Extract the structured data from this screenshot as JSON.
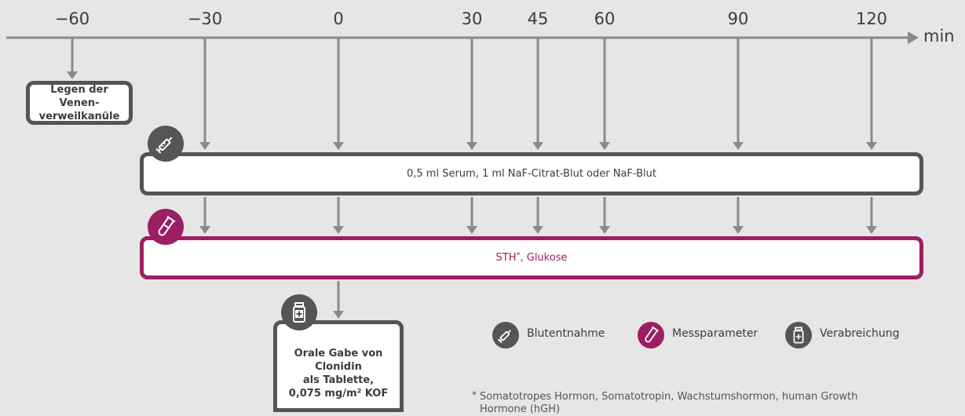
{
  "timeline": {
    "ticks": [
      "−60",
      "−30",
      "0",
      "30",
      "45",
      "60",
      "90",
      "120"
    ],
    "unit": "min"
  },
  "boxes": {
    "catheter": "Legen der Venen-\nverweilkanüle",
    "blood_sampling": "0,5 ml Serum, 1 ml NaF-Citrat-Blut oder NaF-Blut",
    "parameters": "STH",
    "parameters_suffix": ", Glukose",
    "parameters_marker": "*",
    "administration": "Orale Gabe von\nClonidin\nals Tablette,\n0,075 mg/m² KOF"
  },
  "legend": {
    "blood": "Blutentnahme",
    "params": "Messparameter",
    "admin": "Verabreichung"
  },
  "footnote": {
    "marker": "*",
    "text": "Somatotropes Hormon, Somatotropin, Wachstumshormon, human Growth Hormone (hGH)"
  },
  "icons": {
    "blood": "syringe-icon",
    "params": "test-tube-icon",
    "admin": "medicine-bottle-icon"
  },
  "colors": {
    "arrow": "#8a8a8a",
    "dark": "#555555",
    "accent": "#9c1f63",
    "background": "#e6e6e6"
  }
}
